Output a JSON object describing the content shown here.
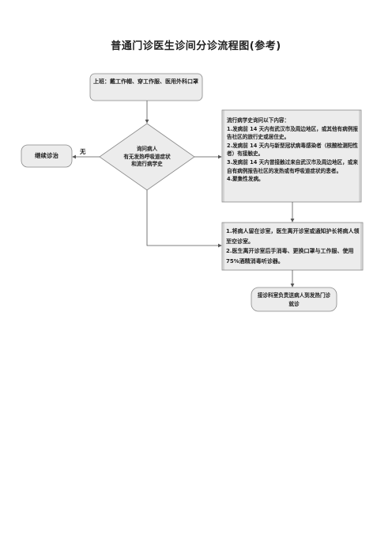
{
  "title": "普通门诊医生诊间分诊流程图(参考)",
  "nodes": {
    "start": {
      "text": "上班：戴工作帽、穿工作服、医用外科口罩"
    },
    "decision": {
      "lines": [
        "询问病人",
        "有无发热呼吸道症状",
        "和流行病学史"
      ]
    },
    "continue": {
      "text": "继续诊治"
    },
    "no_label": "无",
    "epi": {
      "heading": "流行病学史询问以下内容：",
      "items": [
        "1.发病前 14 天内有武汉市及周边地区，或其他有病例报告社区的旅行史或居住史。",
        "2.发病前 14 天内与新型冠状病毒感染者（核酸检测阳性者）有接触史。",
        "3.发病前 14 天内曾接触过来自武汉市及周边地区，或来自有病例报告社区的发热或有呼吸道症状的患者。",
        "4.聚集性发病。"
      ]
    },
    "action": {
      "items": [
        "1.将病人留在诊室，医生离开诊室或通知护长将病人领至空诊室。",
        "2.医生离开诊室后手消毒、更换口罩与工作服、使用 75%酒精消毒听诊器。"
      ]
    },
    "transfer": {
      "text": "接诊科室负责送病人到发热门诊就诊"
    }
  }
}
